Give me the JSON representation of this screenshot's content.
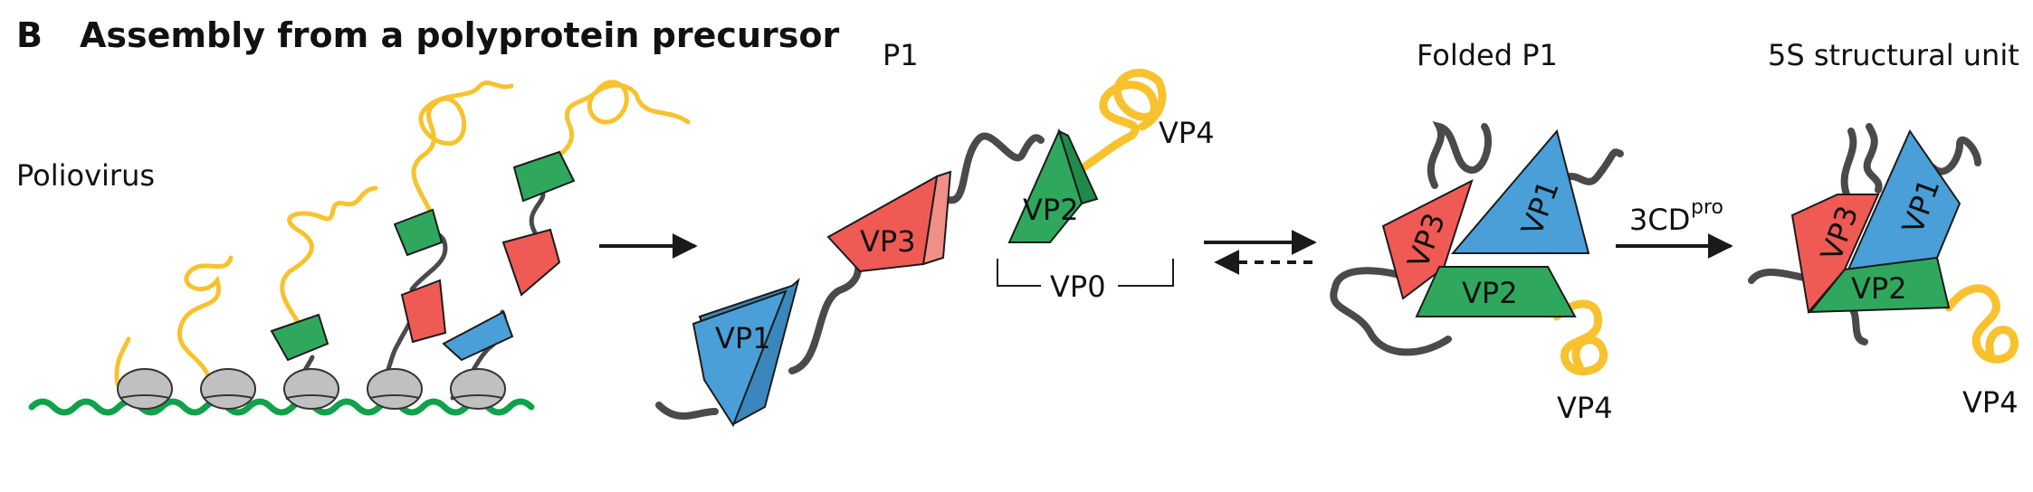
{
  "figure": {
    "panel_letter": "B",
    "panel_title": "Assembly from a polyprotein precursor",
    "organism_label": "Poliovirus",
    "p1_label": "P1",
    "folded_p1_label": "Folded P1",
    "structural_unit_label": "5S structural unit",
    "protease_label": "3CD",
    "protease_superscript": "pro",
    "vp0_label": "VP0",
    "proteins": {
      "vp1": "VP1",
      "vp2": "VP2",
      "vp3": "VP3",
      "vp4": "VP4"
    }
  },
  "colors": {
    "vp1": "#4a9fd8",
    "vp2": "#2fa85e",
    "vp3": "#ef5a55",
    "vp4": "#f7c22e",
    "linker": "#4a4a4a",
    "rna": "#0fa24a",
    "ribosome": "#c0c0c0"
  }
}
